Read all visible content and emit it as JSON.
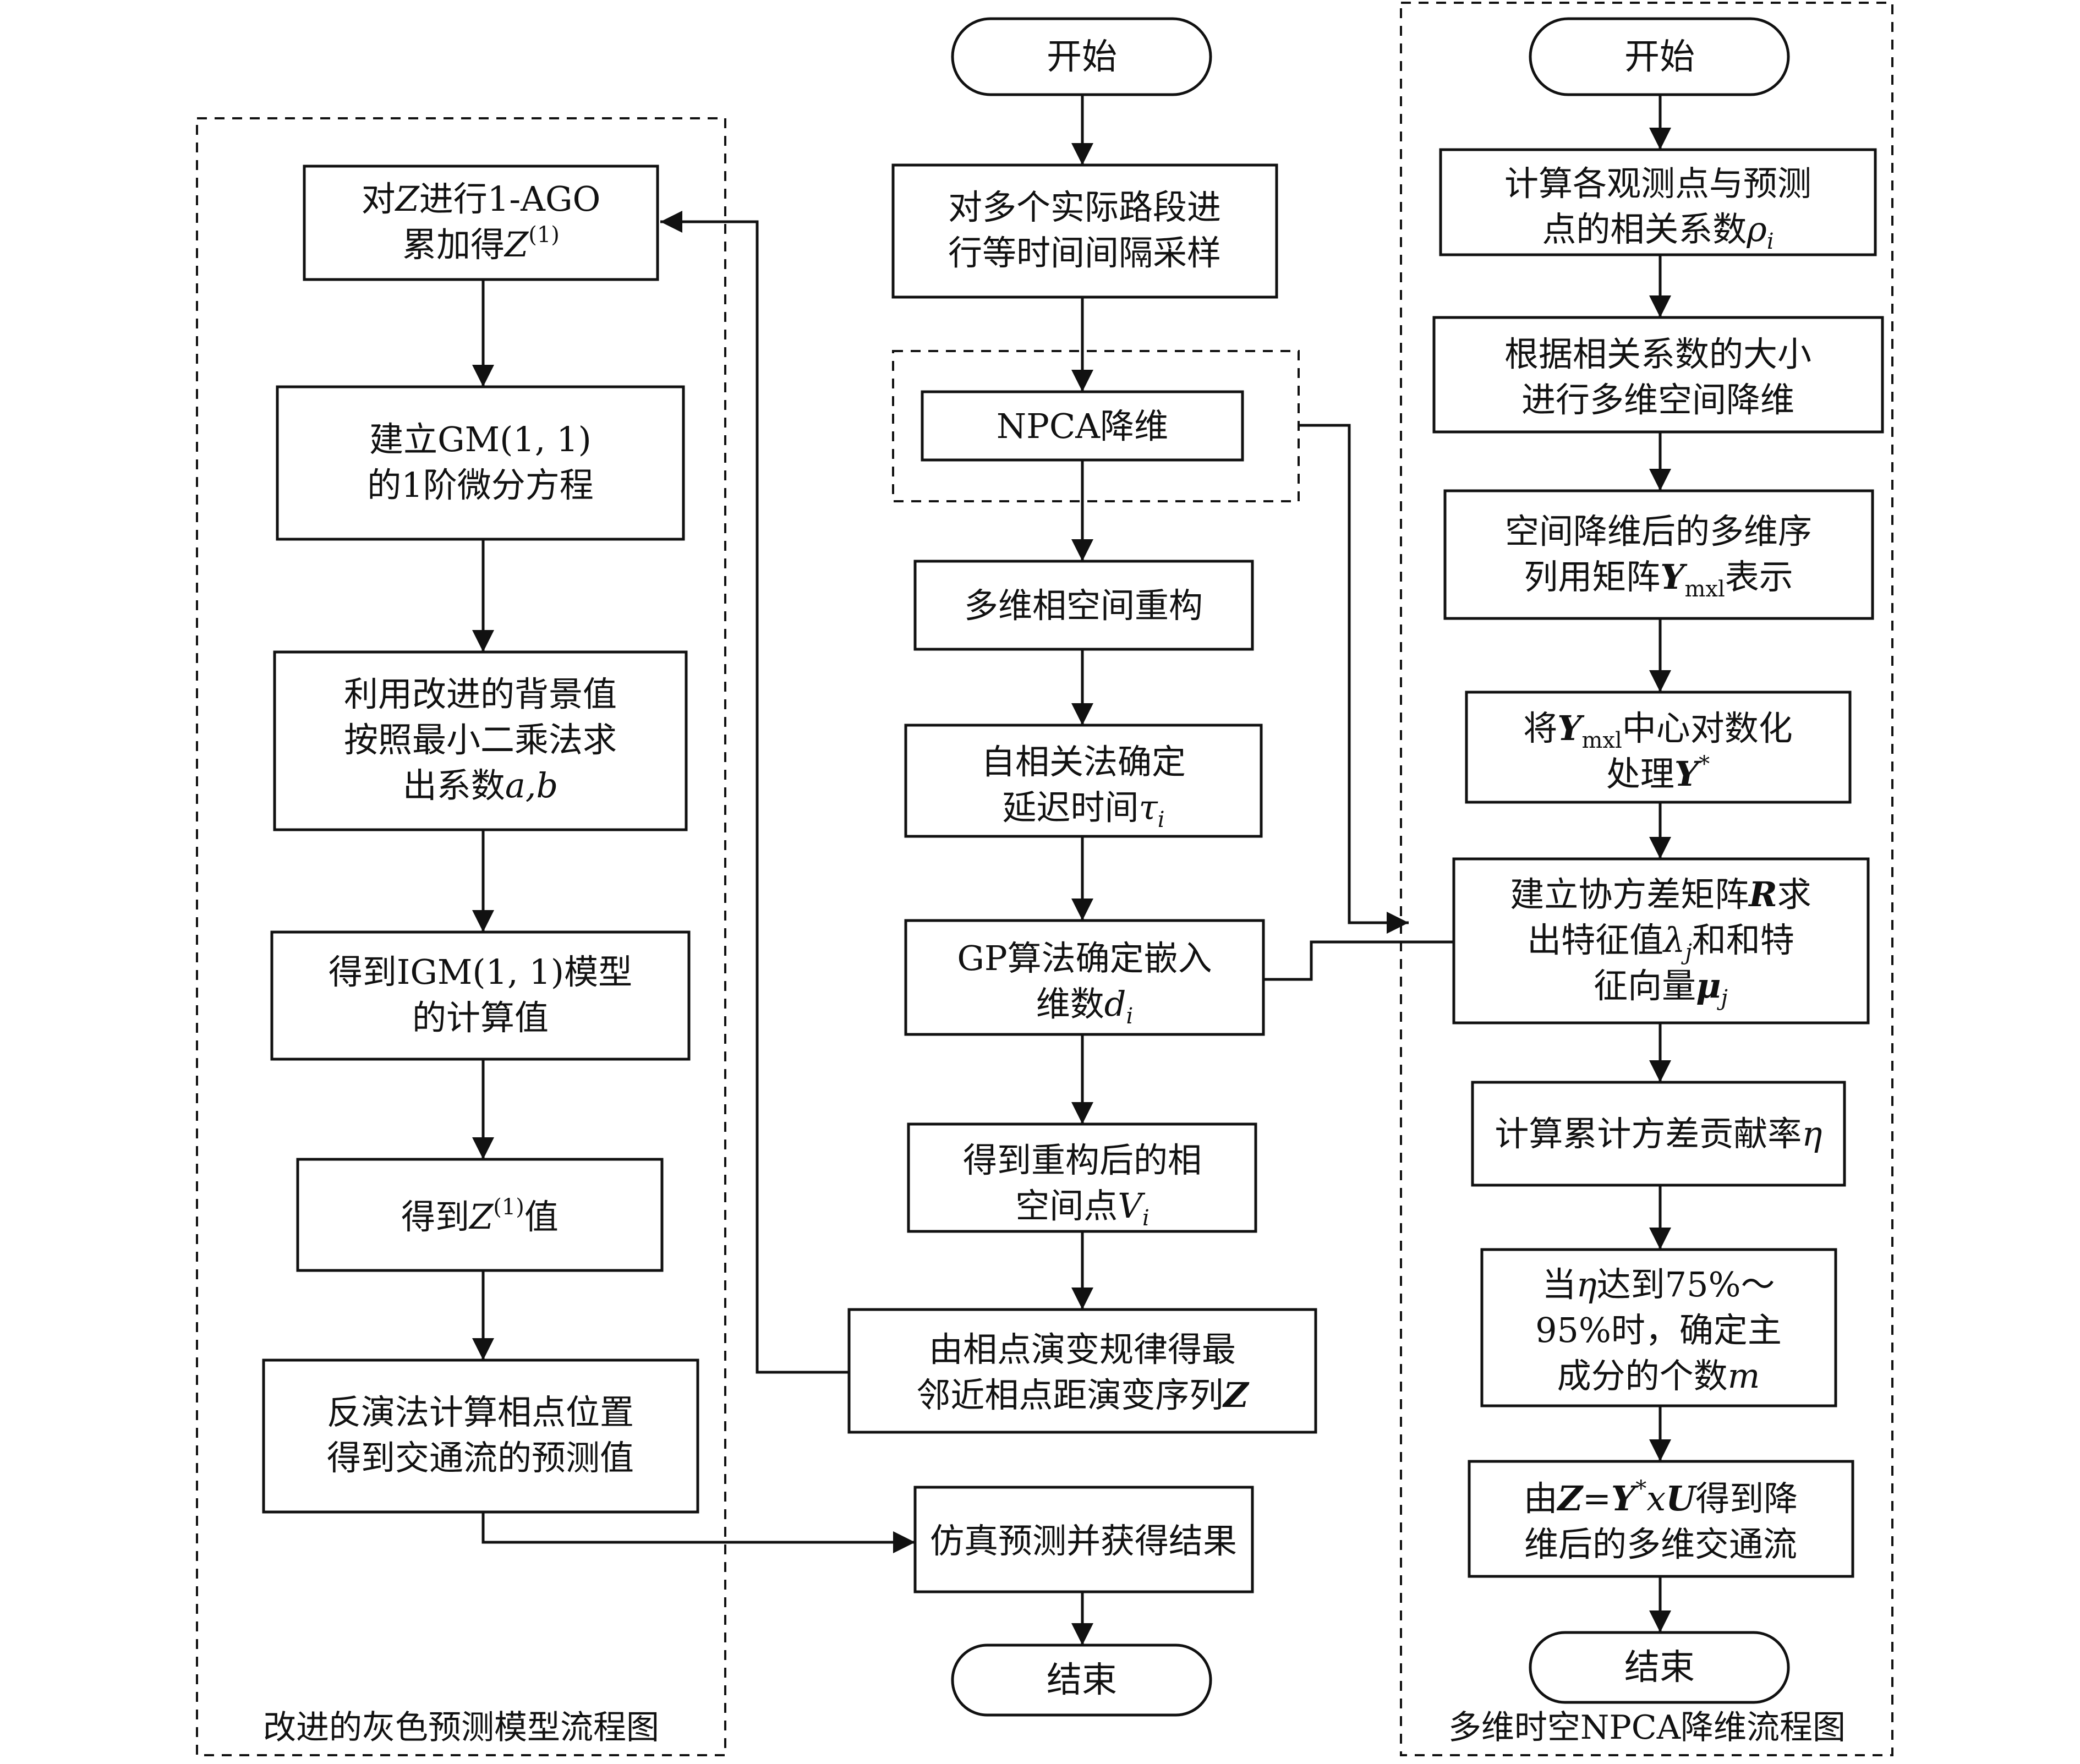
{
  "groups": {
    "left_title": "改进的灰色预测模型流程图",
    "right_title": "多维时空NPCA降维流程图"
  },
  "terminals": {
    "start": "开始",
    "end": "结束"
  },
  "left": {
    "n1": {
      "l1_pre": "对",
      "l1_var": "Z",
      "l1_post": "进行1-AGO",
      "l2_pre": "累加得",
      "l2_var": "Z",
      "l2_sup": "(1)"
    },
    "n2": {
      "l1": "建立GM(1, 1)",
      "l2": "的1阶微分方程"
    },
    "n3": {
      "l1": "利用改进的背景值",
      "l2": "按照最小二乘法求",
      "l3_pre": "出系数",
      "l3_var": "a,b"
    },
    "n4": {
      "l1": "得到IGM(1, 1)模型",
      "l2": "的计算值"
    },
    "n5": {
      "pre": "得到",
      "var": "Z",
      "sup": "(1)",
      "post": "值"
    },
    "n6": {
      "l1": "反演法计算相点位置",
      "l2": "得到交通流的预测值"
    }
  },
  "middle": {
    "m1": {
      "l1": "对多个实际路段进",
      "l2": "行等时间间隔采样"
    },
    "m2": {
      "l1": "NPCA降维"
    },
    "m3": {
      "l1": "多维相空间重构"
    },
    "m4": {
      "l1": "自相关法确定",
      "l2_pre": "延迟时间",
      "l2_var": "τ",
      "l2_sub": "i"
    },
    "m5": {
      "l1": "GP算法确定嵌入",
      "l2_pre": "维数",
      "l2_var": "d",
      "l2_sub": "i"
    },
    "m6": {
      "l1": "得到重构后的相",
      "l2_pre": "空间点",
      "l2_var": "V",
      "l2_sub": "i"
    },
    "m7": {
      "l1": "由相点演变规律得最",
      "l2_pre": "邻近相点距演变序列",
      "l2_var": "Z"
    },
    "m8": {
      "l1": "仿真预测并获得结果"
    }
  },
  "right": {
    "r1": {
      "l1": "计算各观测点与预测",
      "l2_pre": "点的相关系数",
      "l2_var": "ρ",
      "l2_sub": "i"
    },
    "r2": {
      "l1": "根据相关系数的大小",
      "l2": "进行多维空间降维"
    },
    "r3": {
      "l1": "空间降维后的多维序",
      "l2_pre": "列用矩阵",
      "l2_var": "Y",
      "l2_sub": "mxl",
      "l2_post": "表示"
    },
    "r4": {
      "l1_pre": "将",
      "l1_var": "Y",
      "l1_sub": "mxl",
      "l1_post": "中心对数化",
      "l2_pre": "处理",
      "l2_var": "Y",
      "l2_sup": "*"
    },
    "r5": {
      "l1_pre": "建立协方差矩阵",
      "l1_var": "R",
      "l1_post": "求",
      "l2_pre": "出特征值",
      "l2_var": "λ",
      "l2_sub": "j",
      "l2_post": "和和特",
      "l3_pre": "征向量",
      "l3_var": "μ",
      "l3_sub": "j"
    },
    "r6": {
      "l1_pre": "计算累计方差贡献率",
      "l1_var": "η"
    },
    "r7": {
      "l1_pre": "当",
      "l1_var": "η",
      "l1_post": "达到75%～",
      "l2": "95%时，确定主",
      "l3_pre": "成分的个数",
      "l3_var": "m"
    },
    "r8": {
      "l1_pre": "由",
      "l1_z": "Z",
      "l1_eq": "=",
      "l1_y": "Y",
      "l1_sup": "*",
      "l1_x": "x",
      "l1_u": "U",
      "l1_post": "得到降",
      "l2": "维后的多维交通流"
    }
  }
}
